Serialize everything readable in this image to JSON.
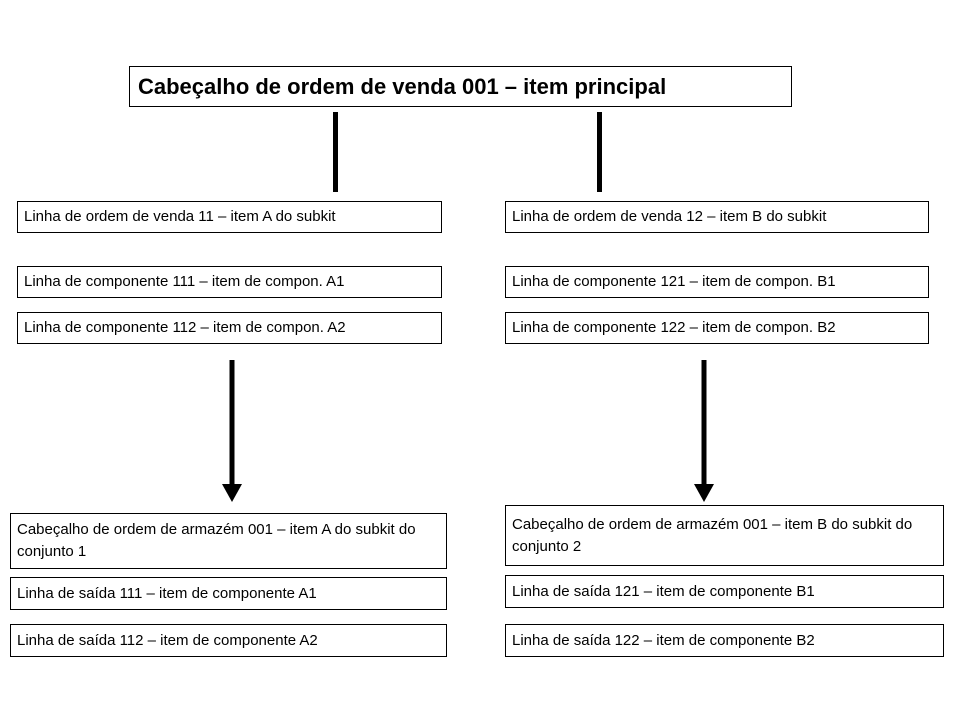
{
  "header": {
    "title": "Cabeçalho de ordem de venda 001 – item principal"
  },
  "left": {
    "sales_line": "Linha de ordem de venda 11 – item A do subkit",
    "component_lines": [
      "Linha de componente 111 – item de compon. A1",
      "Linha de componente 112 – item de compon. A2"
    ],
    "warehouse_header": "Cabeçalho de ordem de armazém 001 – item A do subkit do conjunto 1",
    "output_lines": [
      "Linha de saída 111 – item de componente A1",
      "Linha de saída 112 – item de componente A2"
    ]
  },
  "right": {
    "sales_line": "Linha de ordem de venda 12 – item B do subkit",
    "component_lines": [
      "Linha de componente 121 – item de compon. B1",
      "Linha de componente 122 – item de compon. B2"
    ],
    "warehouse_header": "Cabeçalho de ordem de armazém 001 – item B do subkit do conjunto 2",
    "output_lines": [
      "Linha de saída 121 – item de componente B1",
      "Linha de saída 122 – item de componente B2"
    ]
  }
}
